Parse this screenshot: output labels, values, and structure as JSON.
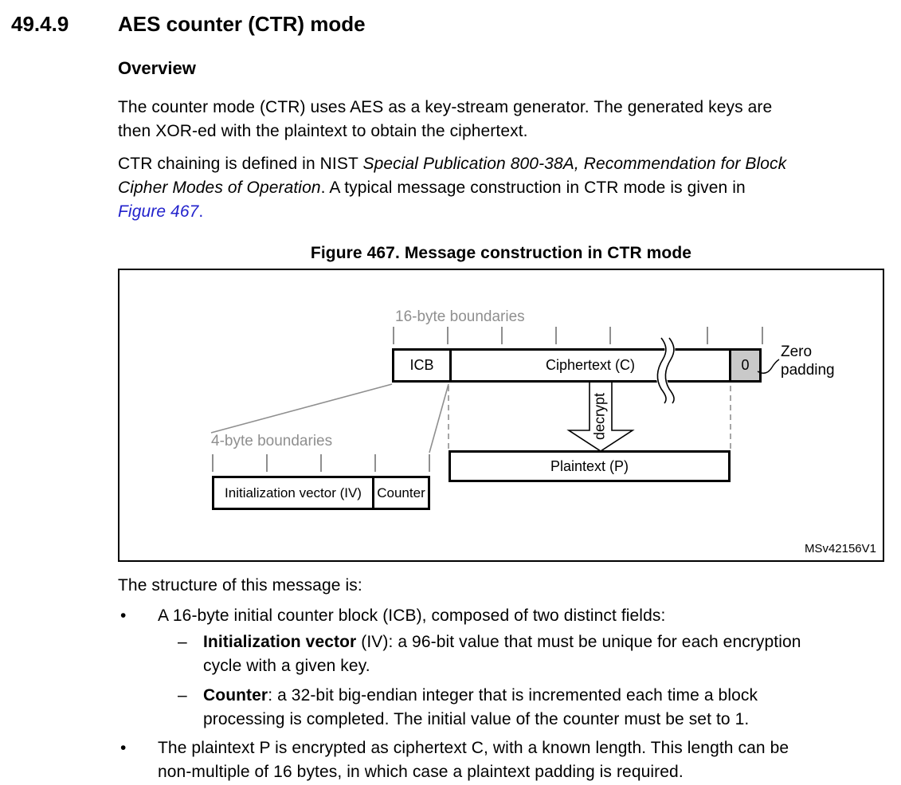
{
  "colors": {
    "link_blue": "#2222CC",
    "diagram_gray": "#8F8F8F",
    "zero_cell_fill": "#C9C9C9",
    "text": "#000000"
  },
  "header": {
    "section_number": "49.4.9",
    "section_title": "AES counter (CTR) mode",
    "subsection": "Overview"
  },
  "intro": {
    "p1_line1": "The counter mode (CTR) uses AES as a key-stream generator. The generated keys are",
    "p1_line2": "then XOR-ed with the plaintext to obtain the ciphertext.",
    "p2_line1_normal": "CTR chaining is defined in NIST ",
    "p2_line1_italic": "Special Publication 800-38A, Recommendation for Block",
    "p2_line2_italic": "Cipher Modes of Operation",
    "p2_line2_normal": ". A typical message construction in CTR mode is given in",
    "p2_link": "Figure 467",
    "p2_after_link": "."
  },
  "figure": {
    "caption": "Figure 467. Message construction in CTR mode",
    "id_label": "MSv42156V1",
    "boundaries_16": "16-byte boundaries",
    "boundaries_4": "4-byte boundaries",
    "icb": "ICB",
    "ciphertext": "Ciphertext (C)",
    "zero": "0",
    "zero_padding": "Zero padding",
    "decrypt": "decrypt",
    "plaintext": "Plaintext (P)",
    "iv": "Initialization vector (IV)",
    "counter": "Counter"
  },
  "body": {
    "structure_intro": "The structure of this message is:",
    "bullet_char": "•",
    "dash_char": "–",
    "b1": "A 16-byte initial counter block (ICB), composed of two distinct fields:",
    "s1_bold": "Initialization vector",
    "s1_line1_rest": " (IV): a 96-bit value that must be unique for each encryption",
    "s1_line2": "cycle with a given key.",
    "s2_bold": "Counter",
    "s2_line1_rest": ": a 32-bit big-endian integer that is incremented each time a block",
    "s2_line2": "processing is completed. The initial value of the counter must be set to 1.",
    "b2_line1": "The plaintext P is encrypted as ciphertext C, with a known length. This length can be",
    "b2_line2": "non-multiple of 16 bytes, in which case a plaintext padding is required."
  }
}
